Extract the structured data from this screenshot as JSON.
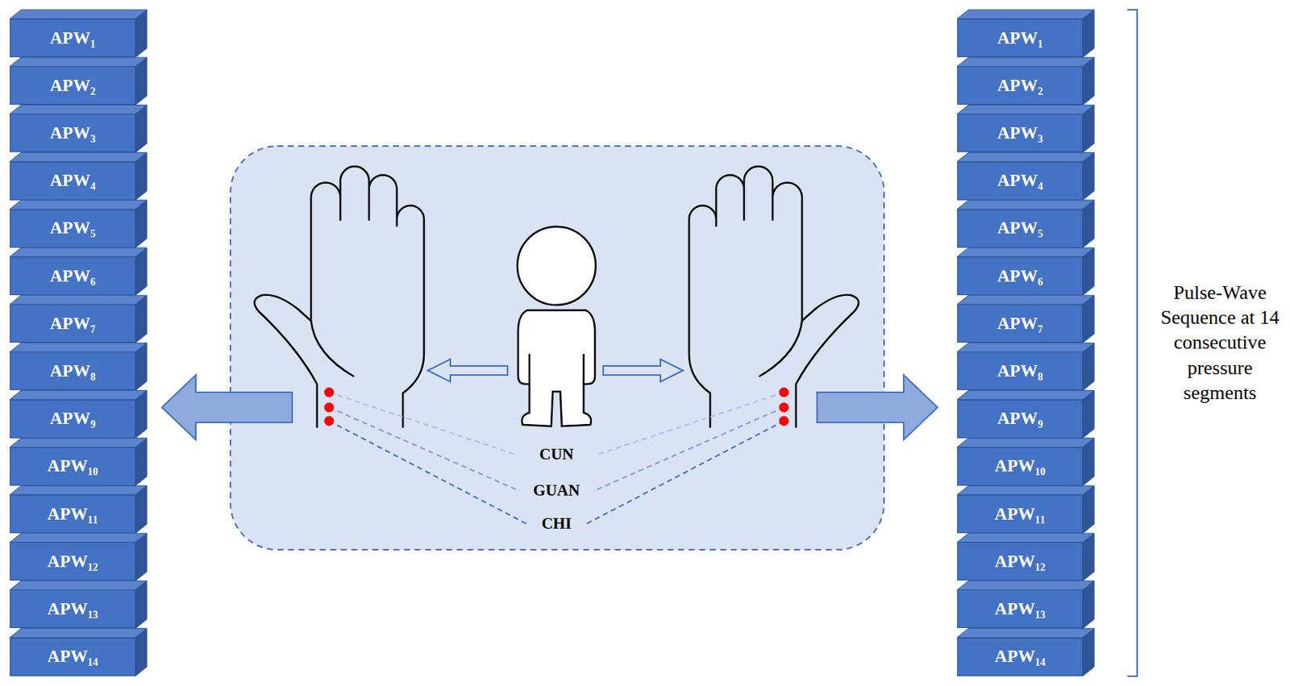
{
  "diagram": {
    "nodes": [
      {
        "text": [
          "APW₁"
        ]
      },
      {
        "text": [
          "APW₂"
        ]
      },
      {
        "text": [
          "APW₃"
        ]
      },
      {
        "text": [
          "APW₄"
        ]
      },
      {
        "text": [
          "APW₅"
        ]
      },
      {
        "text": [
          "APW₆"
        ]
      },
      {
        "text": [
          "APW₇"
        ]
      },
      {
        "text": [
          "APW₈"
        ]
      },
      {
        "text": [
          "APW₉"
        ]
      },
      {
        "text": [
          "APW₁₀"
        ]
      },
      {
        "text": [
          "APW₁₁"
        ]
      },
      {
        "text": [
          "APW₁₂"
        ]
      },
      {
        "text": [
          "APW₁₃"
        ]
      },
      {
        "text": [
          "APW₁₄"
        ]
      },
      {
        "text": [
          "APW₁"
        ]
      },
      {
        "text": [
          "APW₂"
        ]
      },
      {
        "text": [
          "APW₃"
        ]
      },
      {
        "text": [
          "APW₄"
        ]
      },
      {
        "text": [
          "APW₅"
        ]
      },
      {
        "text": [
          "APW₆"
        ]
      },
      {
        "text": [
          "APW₇"
        ]
      },
      {
        "text": [
          "APW₈"
        ]
      },
      {
        "text": [
          "APW₉"
        ]
      },
      {
        "text": [
          "APW₁₀"
        ]
      },
      {
        "text": [
          "APW₁₁"
        ]
      },
      {
        "text": [
          "APW₁₂"
        ]
      },
      {
        "text": [
          "APW₁₃"
        ]
      },
      {
        "text": [
          "APW₁₄"
        ]
      }
    ],
    "labels": [
      "CUN",
      "GUAN",
      "CHI",
      "Pulse-Wave Sequence at 14 consecutive pressure segments"
    ]
  }
}
